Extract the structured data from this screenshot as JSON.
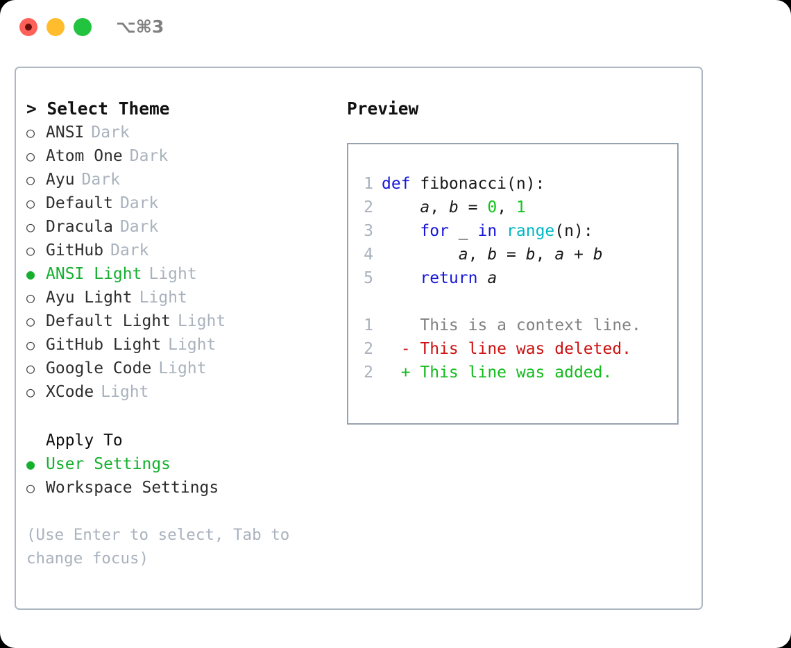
{
  "window": {
    "title": "⌥⌘3",
    "traffic_lights": [
      {
        "name": "close",
        "color": "#ff6159"
      },
      {
        "name": "minimize",
        "color": "#ffbd2e"
      },
      {
        "name": "maximize",
        "color": "#22c33e"
      }
    ]
  },
  "colors": {
    "accent_green": "#14b02e",
    "muted": "#a9b2bd",
    "border": "#aeb7c2",
    "preview_border": "#97a2b0",
    "keyword": "#1616d8",
    "function": "#00b8c4",
    "number": "#12c41c",
    "diff_deleted": "#cc1111",
    "diff_added": "#12bb1c",
    "context": "#808080"
  },
  "select_theme": {
    "heading": "> Select Theme",
    "marker_unselected": "○",
    "marker_selected": "●",
    "items": [
      {
        "name": "ANSI",
        "badge": "Dark",
        "selected": false
      },
      {
        "name": "Atom One",
        "badge": "Dark",
        "selected": false
      },
      {
        "name": "Ayu",
        "badge": "Dark",
        "selected": false
      },
      {
        "name": "Default",
        "badge": "Dark",
        "selected": false
      },
      {
        "name": "Dracula",
        "badge": "Dark",
        "selected": false
      },
      {
        "name": "GitHub",
        "badge": "Dark",
        "selected": false
      },
      {
        "name": "ANSI Light",
        "badge": "Light",
        "selected": true
      },
      {
        "name": "Ayu Light",
        "badge": "Light",
        "selected": false
      },
      {
        "name": "Default Light",
        "badge": "Light",
        "selected": false
      },
      {
        "name": "GitHub Light",
        "badge": "Light",
        "selected": false
      },
      {
        "name": "Google Code",
        "badge": "Light",
        "selected": false
      },
      {
        "name": "XCode",
        "badge": "Light",
        "selected": false
      }
    ]
  },
  "apply_to": {
    "heading": "Apply To",
    "items": [
      {
        "name": "User Settings",
        "selected": true
      },
      {
        "name": "Workspace Settings",
        "selected": false
      }
    ]
  },
  "hint": "(Use Enter to select, Tab to change focus)",
  "preview": {
    "heading": "Preview",
    "code_lines": [
      {
        "num": "1",
        "tokens": [
          {
            "t": "def",
            "c": "kw"
          },
          {
            "t": " fibonacci(n):",
            "c": "pl"
          }
        ]
      },
      {
        "num": "2",
        "tokens": [
          {
            "t": "    ",
            "c": "pl"
          },
          {
            "t": "a",
            "c": "var"
          },
          {
            "t": ", ",
            "c": "pl"
          },
          {
            "t": "b",
            "c": "var"
          },
          {
            "t": " = ",
            "c": "pl"
          },
          {
            "t": "0",
            "c": "num"
          },
          {
            "t": ", ",
            "c": "pl"
          },
          {
            "t": "1",
            "c": "num"
          }
        ]
      },
      {
        "num": "3",
        "tokens": [
          {
            "t": "    ",
            "c": "pl"
          },
          {
            "t": "for",
            "c": "kw"
          },
          {
            "t": " _ ",
            "c": "pl"
          },
          {
            "t": "in",
            "c": "kw"
          },
          {
            "t": " ",
            "c": "pl"
          },
          {
            "t": "range",
            "c": "fn"
          },
          {
            "t": "(n):",
            "c": "pl"
          }
        ]
      },
      {
        "num": "4",
        "tokens": [
          {
            "t": "        ",
            "c": "pl"
          },
          {
            "t": "a",
            "c": "var"
          },
          {
            "t": ", ",
            "c": "pl"
          },
          {
            "t": "b",
            "c": "var"
          },
          {
            "t": " = ",
            "c": "pl"
          },
          {
            "t": "b",
            "c": "var"
          },
          {
            "t": ", ",
            "c": "pl"
          },
          {
            "t": "a",
            "c": "var"
          },
          {
            "t": " + ",
            "c": "pl"
          },
          {
            "t": "b",
            "c": "var"
          }
        ]
      },
      {
        "num": "5",
        "tokens": [
          {
            "t": "    ",
            "c": "pl"
          },
          {
            "t": "return",
            "c": "kw"
          },
          {
            "t": " ",
            "c": "pl"
          },
          {
            "t": "a",
            "c": "var"
          }
        ]
      }
    ],
    "diff_lines": [
      {
        "num": "1",
        "sign": "  ",
        "text": "This is a context line.",
        "kind": "ctx"
      },
      {
        "num": "2",
        "sign": "- ",
        "text": "This line was deleted.",
        "kind": "del"
      },
      {
        "num": "2",
        "sign": "+ ",
        "text": "This line was added.",
        "kind": "add"
      }
    ]
  }
}
